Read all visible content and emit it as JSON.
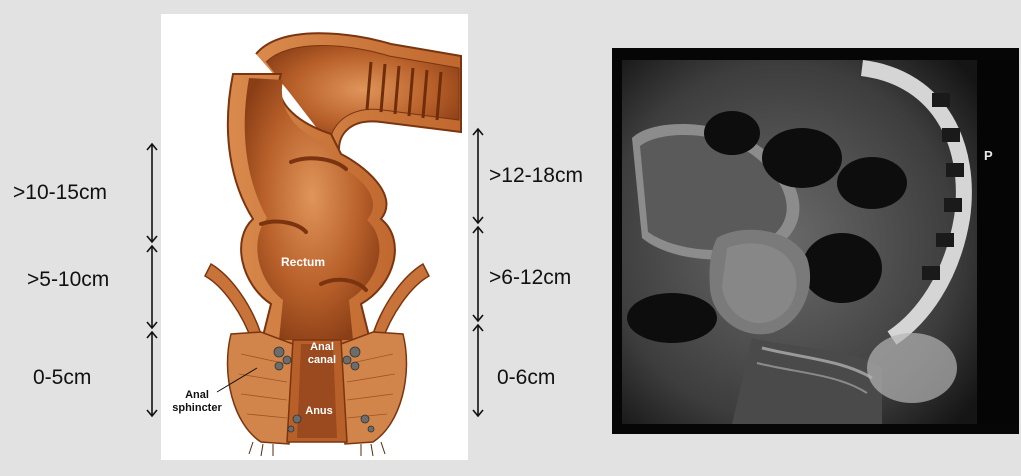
{
  "left_labels": {
    "upper": ">10-15cm",
    "middle": ">5-10cm",
    "lower": "0-5cm"
  },
  "right_labels": {
    "upper": ">12-18cm",
    "middle": ">6-12cm",
    "lower": "0-6cm"
  },
  "illustration": {
    "rectum": "Rectum",
    "anal_canal_line1": "Anal",
    "anal_canal_line2": "canal",
    "anus": "Anus",
    "sphincter_line1": "Anal",
    "sphincter_line2": "sphincter"
  },
  "mri": {
    "orientation": "P"
  },
  "colors": {
    "background": "#e2e2e2",
    "tissue": "#c8733a",
    "tissue_dark": "#8a3e16",
    "lumen": "#b8602a"
  }
}
